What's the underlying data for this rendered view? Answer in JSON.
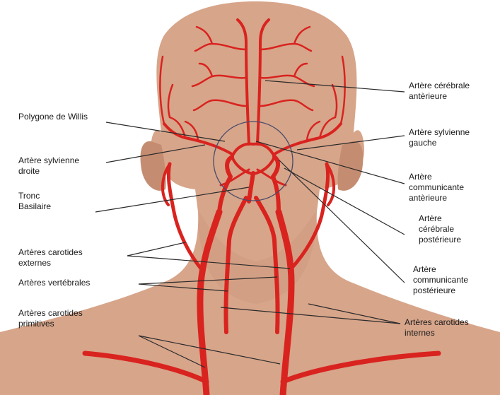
{
  "labels": {
    "polygone_willis": "Polygone de Willis",
    "sylvienne_droite": "Artère sylvienne\ndroite",
    "tronc_basilaire": "Tronc\nBasilaire",
    "carotides_externes": "Artères carotides\nexternes",
    "vertebrales": "Artères vertébrales",
    "carotides_primitives": "Artères carotides\nprimitives",
    "cerebrale_anterieure": "Artère cérébrale\nantèrieure",
    "sylvienne_gauche": "Artère sylvienne\ngauche",
    "communicante_anterieure": "Artère\ncommunicante\nantèrieure",
    "cerebrale_posterieure": "Artère\ncérébrale\npostérieure",
    "communicante_posterieure": "Artère\ncommunicante\npostérieure",
    "carotides_internes": "Artères carotides\ninternes"
  },
  "colors": {
    "skin": "#d7a58a",
    "skin_shadow": "#c48d72",
    "artery": "#d9231f",
    "leader": "#2a2a2a",
    "circle": "#4a4a6a"
  }
}
